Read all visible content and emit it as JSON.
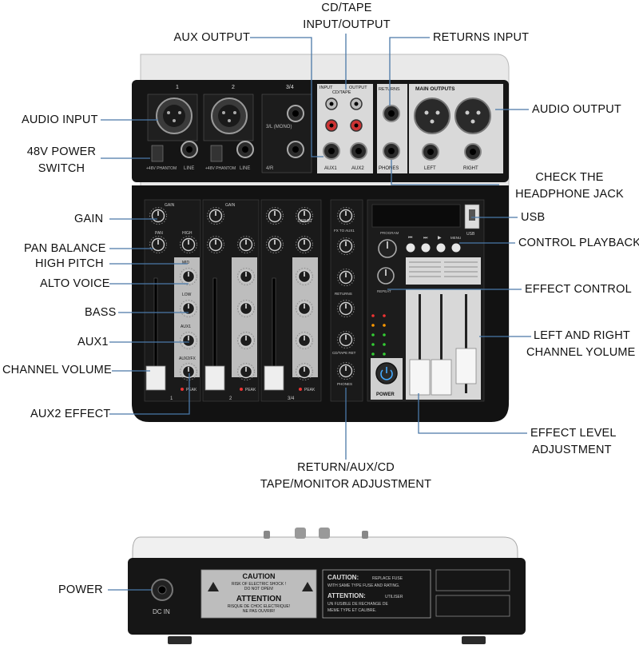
{
  "labels": {
    "aux_output": "AUX OUTPUT",
    "cd_tape_line1": "CD/TAPE",
    "cd_tape_line2": "INPUT/OUTPUT",
    "returns_input": "RETURNS INPUT",
    "audio_input": "AUDIO INPUT",
    "audio_output": "AUDIO OUTPUT",
    "phantom_line1": "48V POWER",
    "phantom_line2": "SWITCH",
    "check_line1": "CHECK THE",
    "check_line2": "HEADPHONE JACK",
    "gain": "GAIN",
    "usb": "USB",
    "pan_balance": "PAN BALANCE",
    "control_playback": "CONTROL PLAYBACK",
    "high_pitch": "HIGH PITCH",
    "alto_voice": "ALTO VOICE",
    "effect_control": "EFFECT CONTROL",
    "bass": "BASS",
    "aux1": "AUX1",
    "lr_line1": "LEFT AND RIGHT",
    "lr_line2": "CHANNEL YOLUME",
    "channel_volume": "CHANNEL VOLUME",
    "aux2_effect": "AUX2 EFFECT",
    "effect_level_line1": "EFFECT LEVEL",
    "effect_level_line2": "ADJUSTMENT",
    "return_line1": "RETURN/AUX/CD",
    "return_line2": "TAPE/MONITOR ADJUSTMENT",
    "power": "POWER"
  },
  "device": {
    "channel_numbers": [
      "1",
      "2",
      "3/4"
    ],
    "input_header": "INPUT",
    "output_header": "OUTPUT",
    "cd_tape": "CD/TAPE",
    "returns_header": "RETURNS",
    "main_outputs": "MAIN OUTPUTS",
    "phantom": "+48V PHANTOM",
    "line": "LINE",
    "mono": "3/L (MONO)",
    "four_r": "4/R",
    "aux1_jack": "AUX1",
    "aux2_jack": "AUX2",
    "phones_jack": "PHONES",
    "left": "LEFT",
    "right": "RIGHT",
    "gain": "GAIN",
    "pan": "PAN",
    "high": "HIGH",
    "mid": "MID",
    "low": "LOW",
    "aux1": "AUX1",
    "aux2fx": "AUX2/FX",
    "peak": "PEAK",
    "usb_bt": "USB/BT",
    "fx_to_aux1": "FX TO AUX1",
    "returns": "RETURNS",
    "cd_tape_ret": "CD/TAPE RET",
    "phones": "PHONES",
    "program": "PROGRAM",
    "repeat": "REPEAT",
    "power": "POWER",
    "menu": "MENU",
    "usb": "USB"
  },
  "rear": {
    "caution_title": "CAUTION",
    "caution_sub1": "RISK OF ELECTRIC SHOCK !",
    "caution_sub2": "DO NOT OPEN!",
    "attention_title": "ATTENTION",
    "attention_sub1": "RISQUE DE CHOC ELECTRIQUE!",
    "attention_sub2": "NE PAS OUVRIR!",
    "caution2_title": "CAUTION:",
    "caution2_text1": "REPLACE FUSE",
    "caution2_text2": "WITH SAME TYPE FUSE AND RATING.",
    "attention2_title": "ATTENTION:",
    "attention2_text1": "UTILISER",
    "attention2_text2": "UN FUSIBLE DE RECHANGE DE",
    "attention2_text3": "MEME TYPE ET CALIBRE.",
    "dc_in": "DC IN"
  },
  "colors": {
    "panel": "#141414",
    "section": "#d8d8d8",
    "leader": "#4a78a8",
    "screen": "#1b1b1b"
  }
}
